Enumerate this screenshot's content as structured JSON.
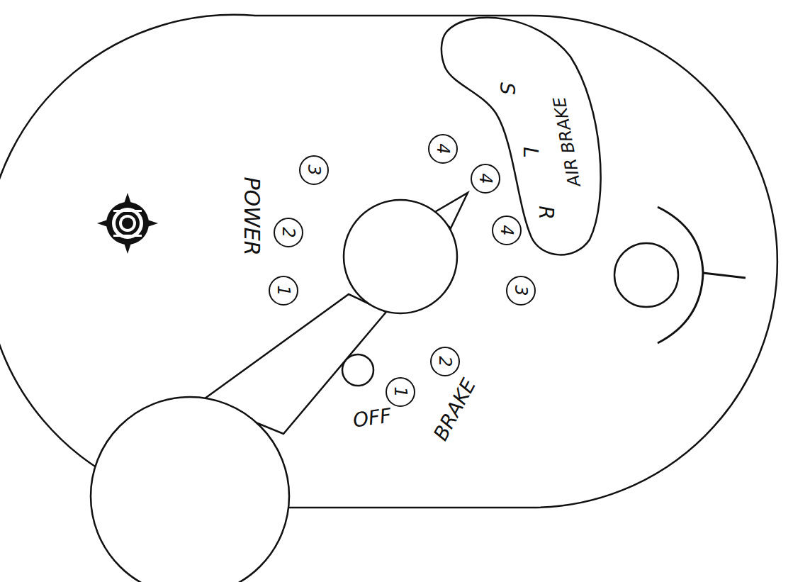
{
  "diagram": {
    "nodes": [
      {
        "text": [
          "S",
          "L",
          "R",
          "AIR BRAKE"
        ]
      },
      {
        "text": [
          "1"
        ]
      },
      {
        "text": [
          "2"
        ]
      },
      {
        "text": [
          "3"
        ]
      },
      {
        "text": [
          "1"
        ]
      },
      {
        "text": [
          "2"
        ]
      },
      {
        "text": [
          "3"
        ]
      },
      {
        "text": [
          "4"
        ]
      },
      {
        "text": [
          "4"
        ]
      },
      {
        "text": [
          "4"
        ]
      }
    ],
    "labels": [
      "POWER",
      "OFF",
      "BRAKE"
    ]
  }
}
